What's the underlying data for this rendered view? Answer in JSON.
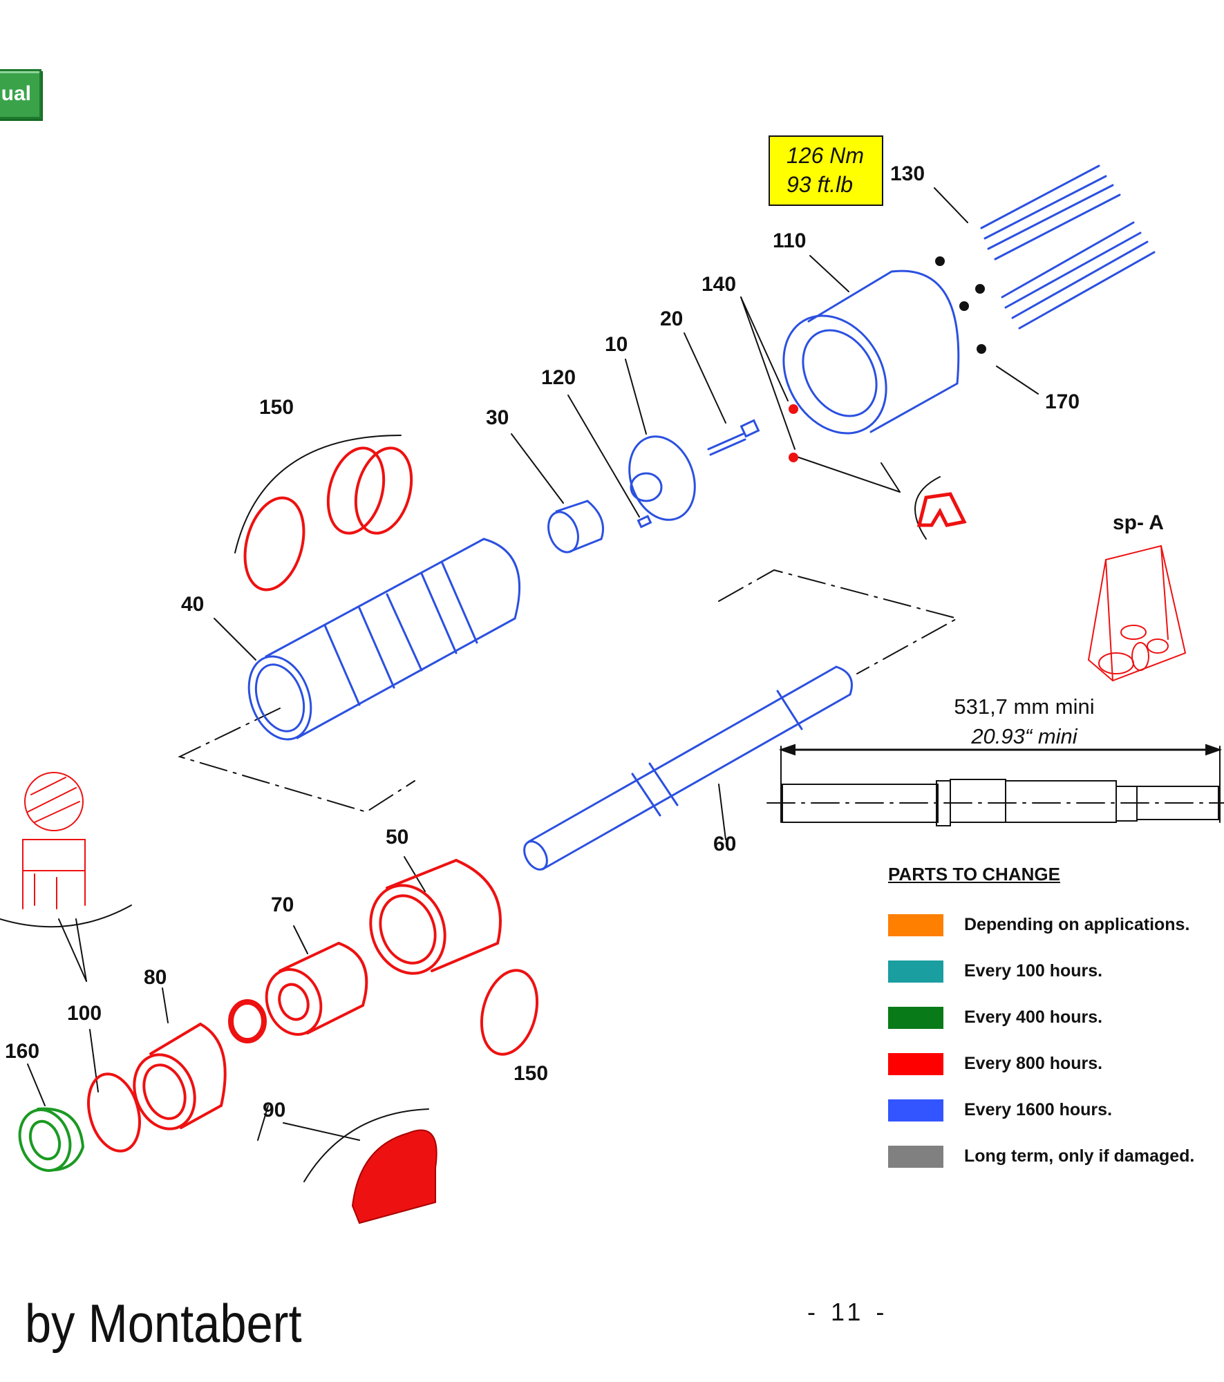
{
  "manual_button": {
    "label": "ual"
  },
  "torque_spec": {
    "line1": "126 Nm",
    "line2": "93  ft.lb"
  },
  "part_labels": {
    "p10": "10",
    "p20": "20",
    "p30": "30",
    "p40": "40",
    "p50": "50",
    "p60": "60",
    "p70": "70",
    "p80": "80",
    "p90": "90",
    "p100": "100",
    "p110": "110",
    "p120": "120",
    "p130": "130",
    "p140": "140",
    "p150_top": "150",
    "p150_bottom": "150",
    "p160": "160",
    "p170": "170",
    "sp_a": "sp- A"
  },
  "dimension": {
    "metric": "531,7 mm mini",
    "imperial": "20.93“ mini"
  },
  "legend": {
    "title": "PARTS TO CHANGE",
    "items": [
      {
        "label": "Depending on applications.",
        "color": "#ff7f00"
      },
      {
        "label": "Every 100 hours.",
        "color": "#1a9ea0"
      },
      {
        "label": "Every 400 hours.",
        "color": "#087a18"
      },
      {
        "label": "Every 800 hours.",
        "color": "#ff0000"
      },
      {
        "label": "Every 1600 hours.",
        "color": "#3355ff"
      },
      {
        "label": "Long term, only if damaged.",
        "color": "#808080"
      }
    ]
  },
  "colors": {
    "blue_part": "#2b50e0",
    "red_part": "#ee1111",
    "green_part": "#1a9a22"
  },
  "footer": {
    "brand": "by Montabert",
    "page": "- 11 -"
  }
}
